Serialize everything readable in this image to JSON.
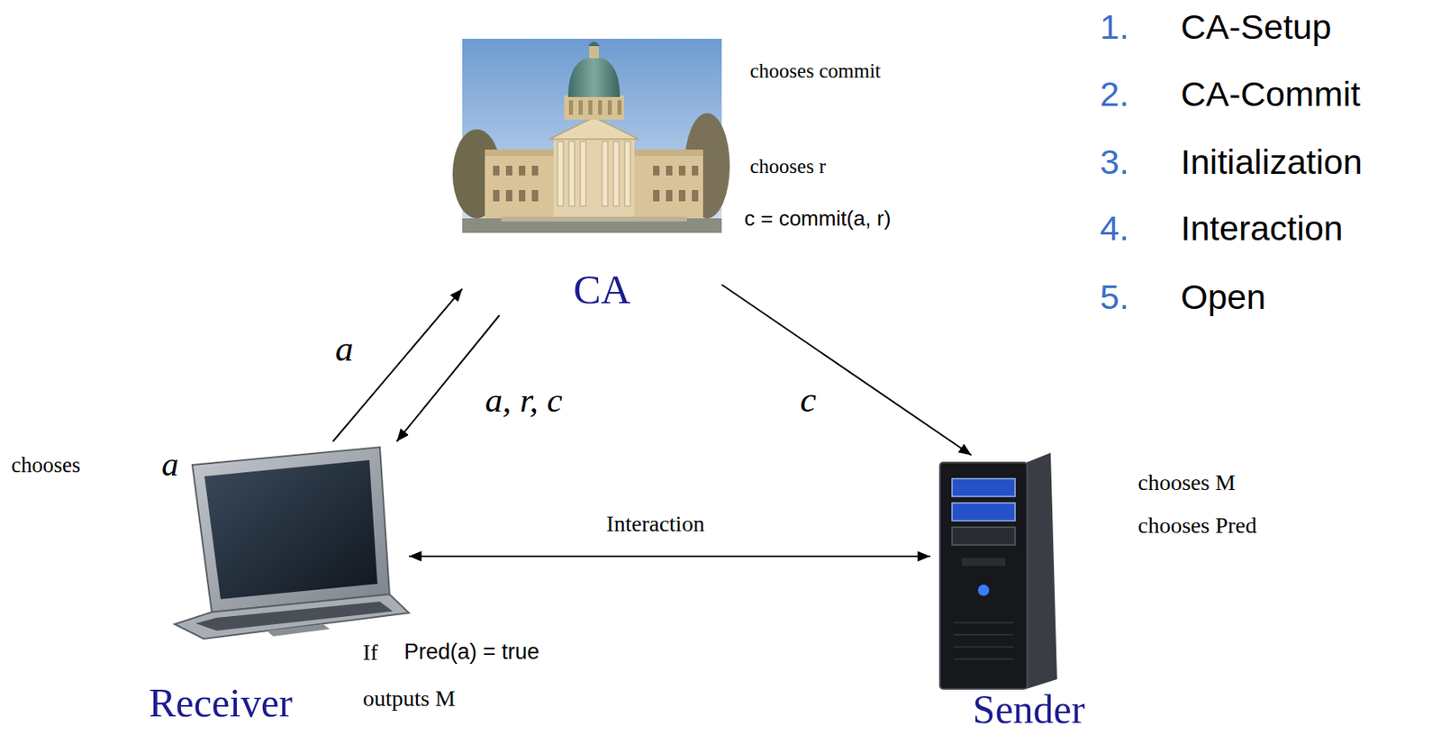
{
  "diagram": {
    "nodes": [
      {
        "text": [
          "CA"
        ]
      },
      {
        "text": [
          "Receiver"
        ]
      },
      {
        "text": [
          "Sender"
        ]
      }
    ],
    "edges": [
      {
        "from": 1,
        "to": 0,
        "label": "a",
        "arrow": "to"
      },
      {
        "from": 0,
        "to": 1,
        "label": "a, r, c",
        "arrow": "to"
      },
      {
        "from": 0,
        "to": 2,
        "label": "c",
        "arrow": "to"
      },
      {
        "from": 1,
        "to": 2,
        "label": "Interaction",
        "arrow": "both"
      }
    ],
    "labels": [
      "chooses commit",
      "chooses r",
      "c = commit(a, r)",
      "1.",
      "CA-Setup",
      "2.",
      "CA-Commit",
      "3.",
      "Initialization",
      "4.",
      "Interaction",
      "5.",
      "Open",
      "chooses",
      "a",
      "chooses M",
      "chooses Pred",
      "If",
      "Pred(a) = true",
      "outputs M"
    ]
  }
}
